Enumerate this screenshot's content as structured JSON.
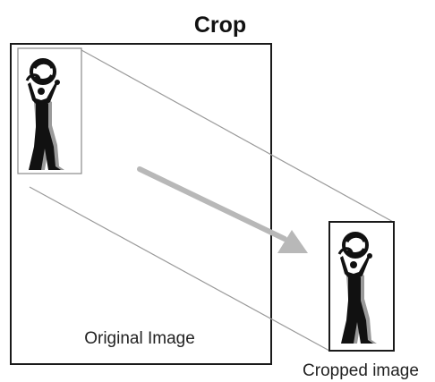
{
  "title": "Crop",
  "labels": {
    "original": "Original Image",
    "cropped": "Cropped image"
  },
  "colors": {
    "frame": "#1a1a1a",
    "connector": "#9a9a9a",
    "arrow": "#b8b8b8",
    "figure": "#111111",
    "figure_shadow": "#9a9a9a"
  },
  "icons": {
    "figure": "person-juggling-icon"
  }
}
